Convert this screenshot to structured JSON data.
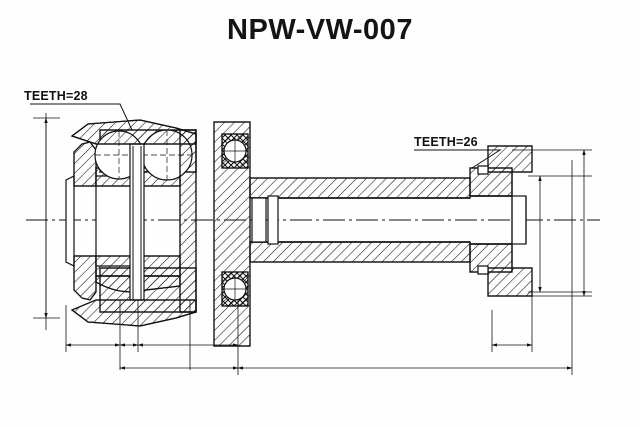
{
  "document": {
    "title": "NPW-VW-007",
    "type": "technical-drawing",
    "subject": "CV joint drive shaft assembly cross-section",
    "background_color": "#fefefe",
    "line_color": "#111111"
  },
  "annotations": {
    "left_spline": {
      "label": "TEETH=28",
      "value": 28,
      "refers_to": "inner-joint-spline"
    },
    "right_spline": {
      "label": "TEETH=26",
      "value": 26,
      "refers_to": "outer-shaft-spline"
    }
  },
  "dimensions": {
    "note": "dimension lines drawn with arrowheads, no numeric values shown"
  },
  "chart_data": {
    "type": "table",
    "title": "NPW-VW-007",
    "categories": [
      "TEETH=28",
      "TEETH=26"
    ],
    "values": [
      28,
      26
    ],
    "xlabel": "",
    "ylabel": "",
    "annotations": [
      "TEETH=28",
      "TEETH=26"
    ]
  }
}
